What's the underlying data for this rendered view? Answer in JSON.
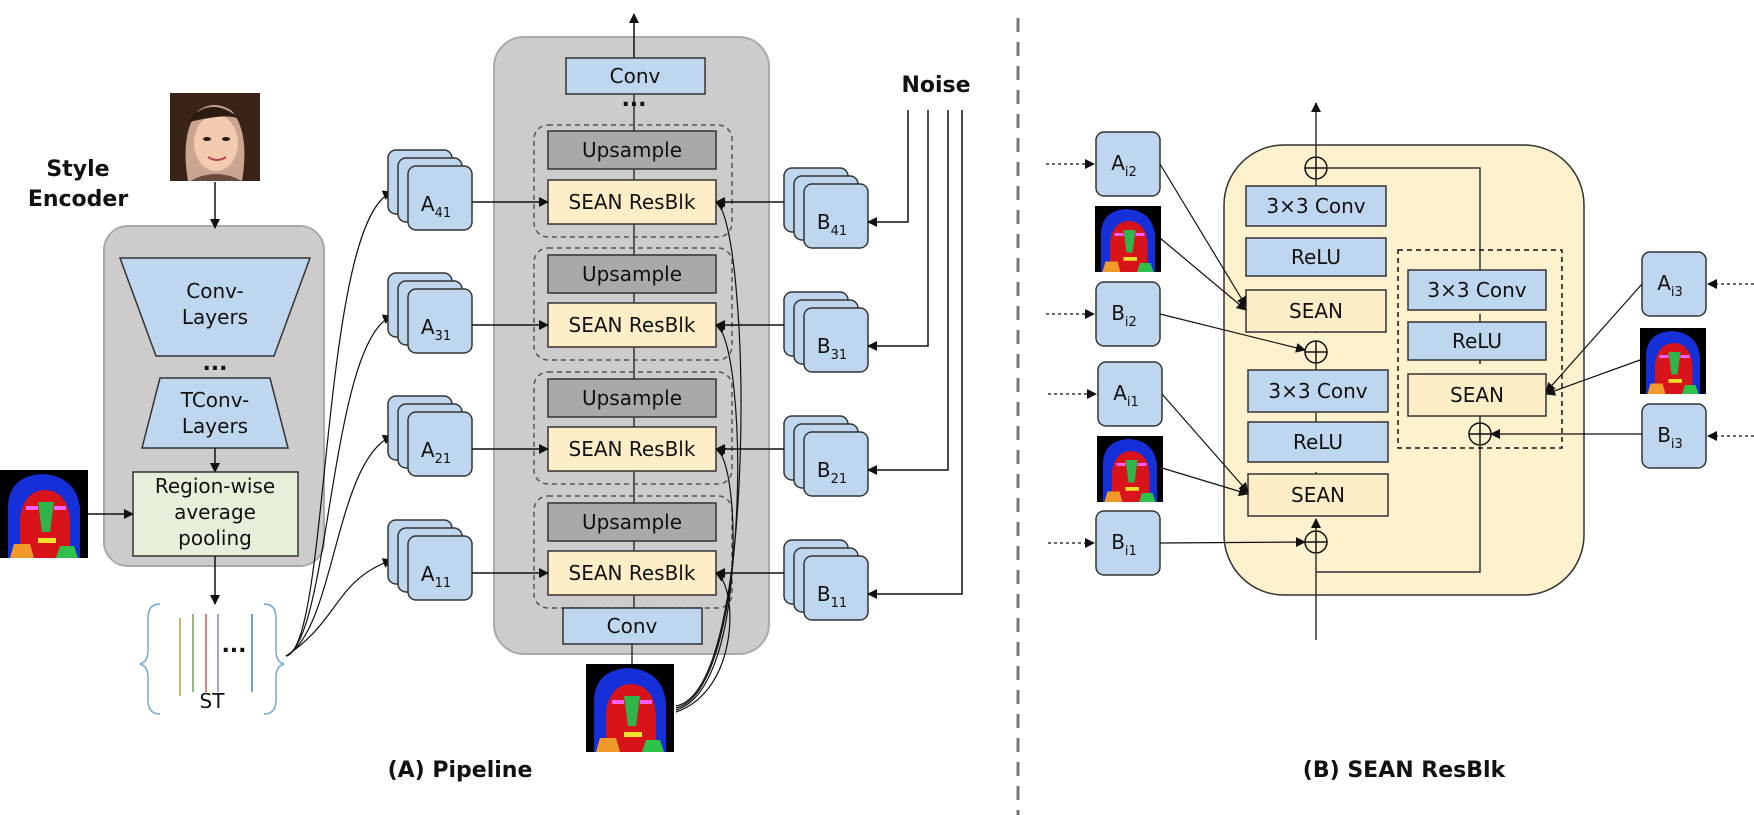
{
  "colors": {
    "panel_gray": "#cdcbcc",
    "blue": "#bed7ee",
    "yellow": "#fdeec7",
    "dark_gray": "#a9a9a9",
    "green": "#e5efda",
    "resblk_panel": "#fef1cd",
    "stroke": "#333333"
  },
  "pipeline": {
    "style_encoder_label": [
      "Style",
      "Encoder"
    ],
    "conv_layers": [
      "Conv-",
      "Layers"
    ],
    "ellipsis": "...",
    "tconv_layers": [
      "TConv-",
      "Layers"
    ],
    "pooling": [
      "Region-wise",
      "average",
      "pooling"
    ],
    "st_label": "ST",
    "conv_top": "Conv",
    "conv_bottom": "Conv",
    "upsample": "Upsample",
    "sean_resblk": "SEAN ResBlk",
    "noise_label": "Noise",
    "a_blocks": [
      {
        "base": "A",
        "sub": "41"
      },
      {
        "base": "A",
        "sub": "31"
      },
      {
        "base": "A",
        "sub": "21"
      },
      {
        "base": "A",
        "sub": "11"
      }
    ],
    "b_blocks": [
      {
        "base": "B",
        "sub": "41"
      },
      {
        "base": "B",
        "sub": "31"
      },
      {
        "base": "B",
        "sub": "21"
      },
      {
        "base": "B",
        "sub": "11"
      }
    ],
    "caption": "(A) Pipeline"
  },
  "resblk": {
    "conv": "3×3 Conv",
    "relu": "ReLU",
    "sean": "SEAN",
    "inputs": {
      "a_i2": {
        "base": "A",
        "sub": "i2"
      },
      "b_i2": {
        "base": "B",
        "sub": "i2"
      },
      "a_i1": {
        "base": "A",
        "sub": "i1"
      },
      "b_i1": {
        "base": "B",
        "sub": "i1"
      },
      "a_i3": {
        "base": "A",
        "sub": "i3"
      },
      "b_i3": {
        "base": "B",
        "sub": "i3"
      }
    },
    "caption": "(B) SEAN ResBlk"
  }
}
